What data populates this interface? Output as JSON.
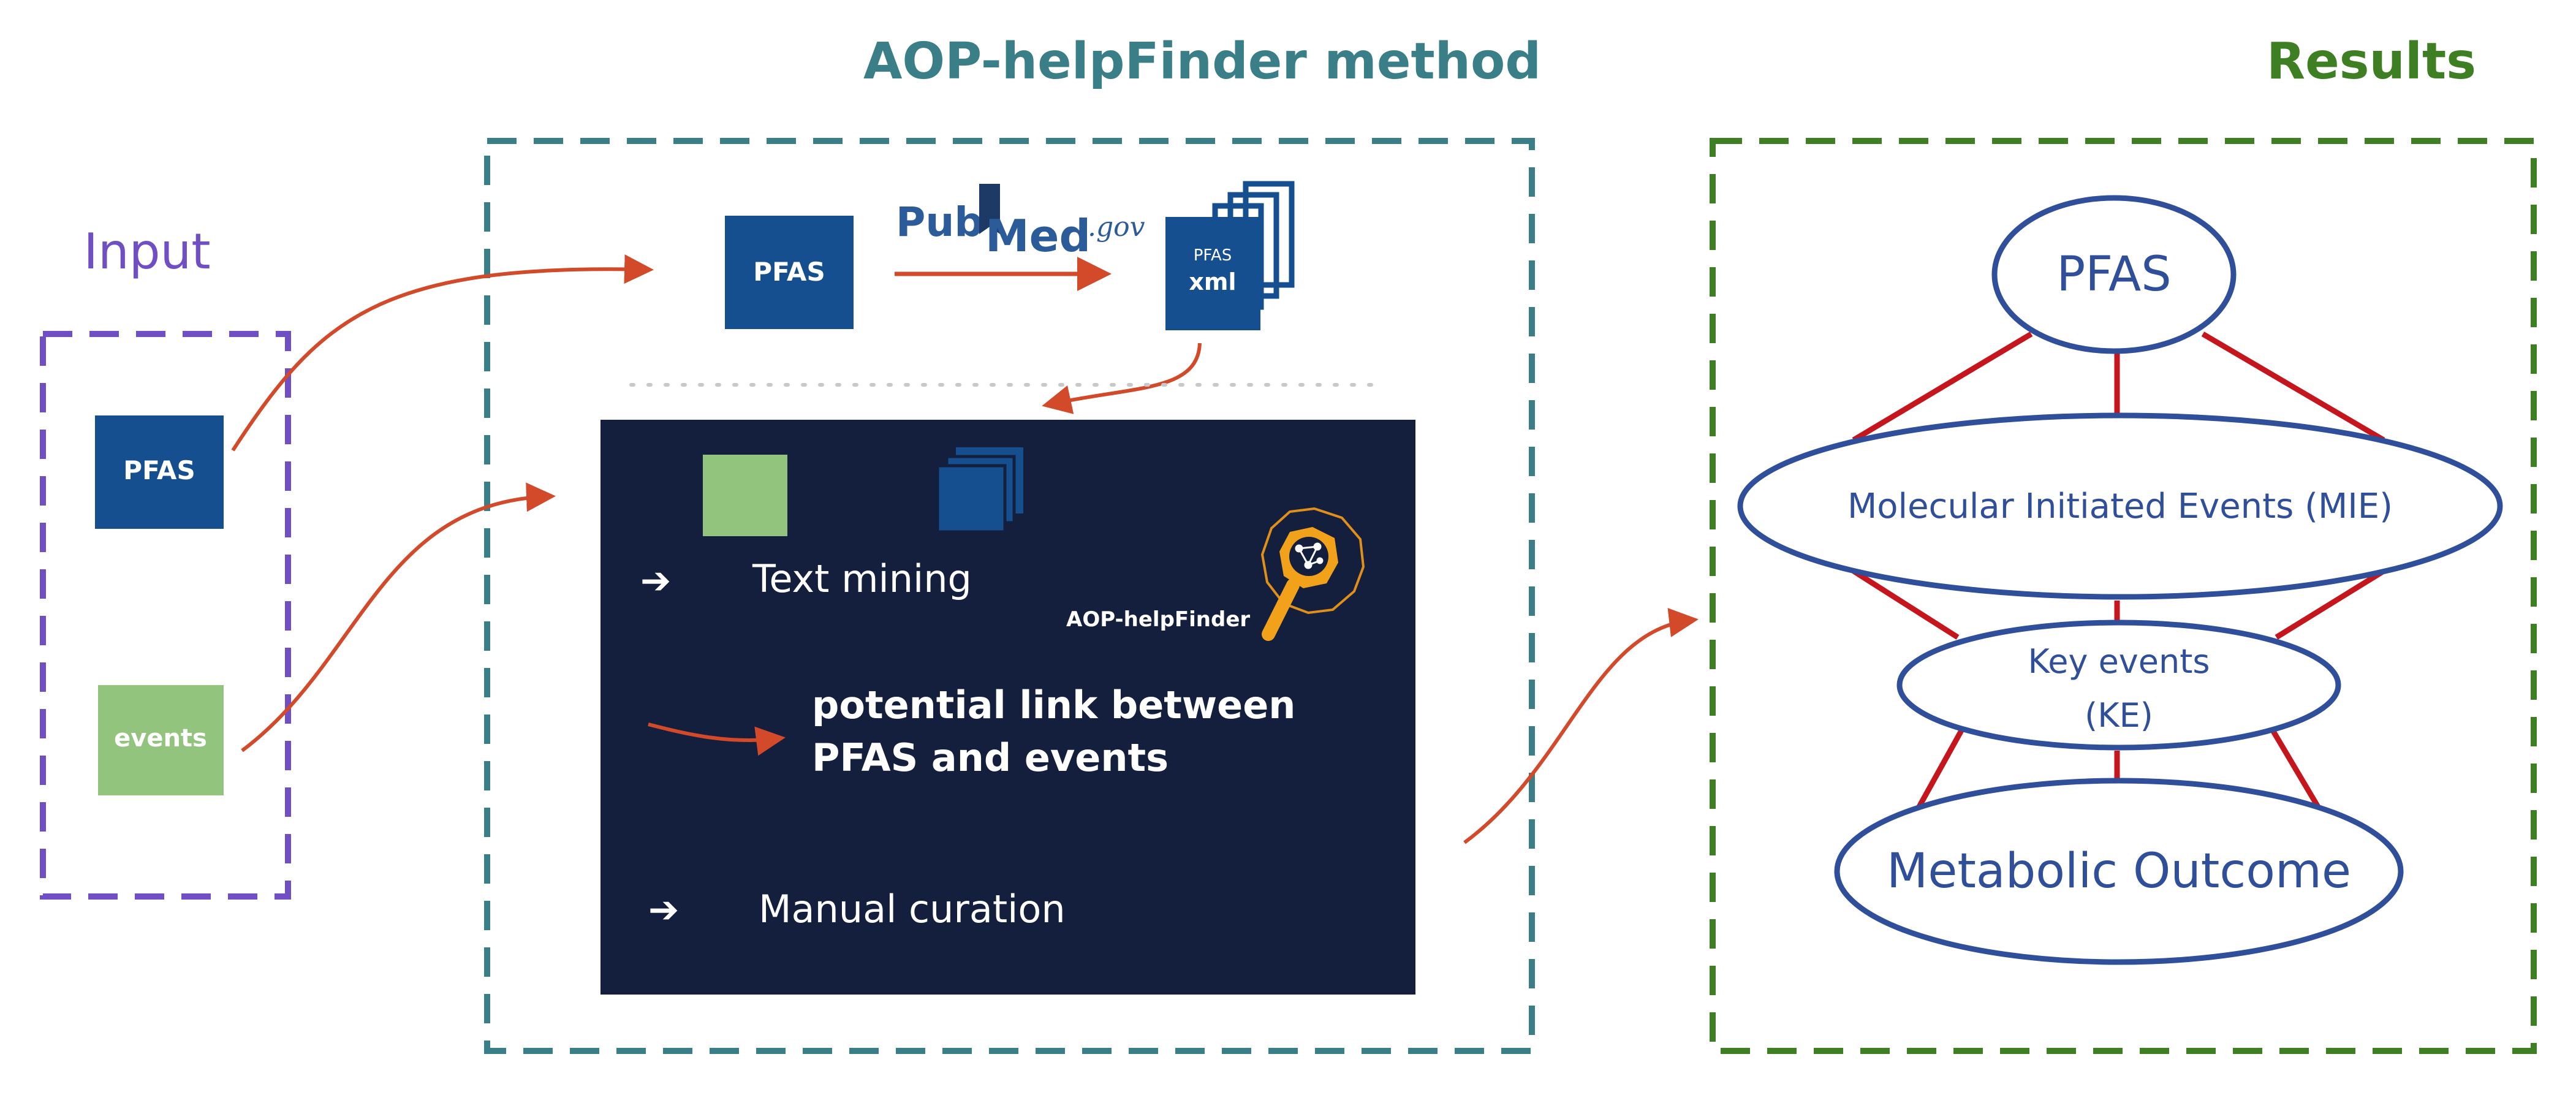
{
  "section_titles": {
    "input": "Input",
    "method": "AOP-helpFinder method",
    "results": "Results"
  },
  "input": {
    "pfas_label": "PFAS",
    "events_label": "events"
  },
  "method": {
    "pfas_label": "PFAS",
    "pubmed_logo": {
      "pub": "Pub",
      "med": "Med",
      "gov": ".gov"
    },
    "xml_stack": {
      "top": "PFAS",
      "bottom": "xml"
    },
    "panel": {
      "text_mining": "Text mining",
      "link_line1": "potential link between",
      "link_line2": "PFAS and events",
      "manual_curation": "Manual curation",
      "logo_caption": "AOP-helpFinder"
    }
  },
  "results": {
    "pfas": "PFAS",
    "mie": "Molecular Initiated Events (MIE)",
    "ke_line1": "Key events",
    "ke_line2": "(KE)",
    "outcome": "Metabolic Outcome"
  },
  "colors": {
    "input_border": "#6f4fc3",
    "method_border": "#3a7f87",
    "results_border": "#3f7f23",
    "box_blue": "#154f8f",
    "box_green": "#93c47d",
    "arrow": "#d24a2a",
    "panel_bg": "#141f3d",
    "ellipse_stroke": "#2f4f9a",
    "connector": "#c4161c"
  }
}
